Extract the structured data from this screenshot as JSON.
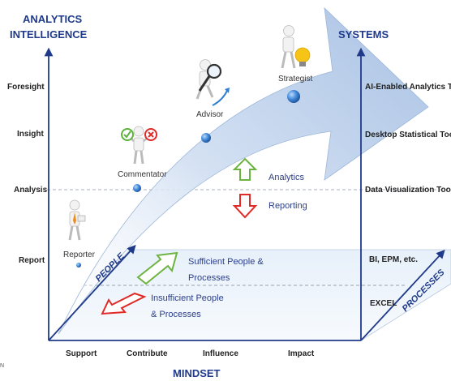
{
  "axes": {
    "y_title_line1": "ANALYTICS",
    "y_title_line2": "INTELLIGENCE",
    "x_title": "MINDSET",
    "right_title": "SYSTEMS",
    "people_label": "PEOPLE",
    "processes_label": "PROCESSES",
    "y_levels": [
      "Foresight",
      "Insight",
      "Analysis",
      "Report"
    ],
    "x_levels": [
      "Support",
      "Contribute",
      "Influence",
      "Impact"
    ],
    "systems": [
      "AI-Enabled Analytics Tools",
      "Desktop Statistical Tools",
      "Data Visualization Tools",
      "BI, EPM, etc.",
      "EXCEL"
    ],
    "corner_mark": "N"
  },
  "roles": [
    "Reporter",
    "Commentator",
    "Advisor",
    "Strategist"
  ],
  "legend": {
    "analytics": "Analytics",
    "reporting": "Reporting",
    "sufficient_line1": "Sufficient People &",
    "sufficient_line2": "Processes",
    "insufficient_line1": "Insufficient People",
    "insufficient_line2": "& Processes"
  },
  "colors": {
    "axis_text": "#1f3a8a",
    "arrow_fill": "#c9d9ef",
    "green": "#6cb33f",
    "red": "#e02a27",
    "dot": "#3e86d6"
  }
}
